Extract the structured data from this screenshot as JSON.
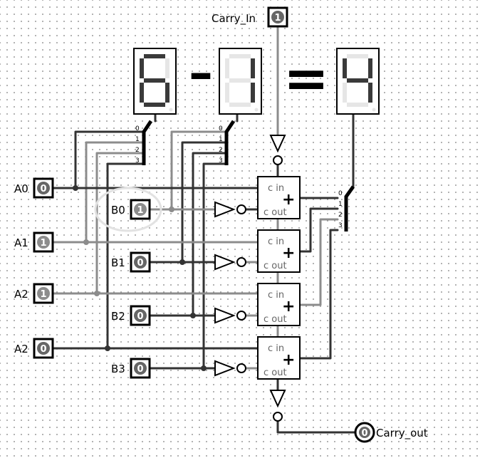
{
  "equation": {
    "minuend": "6",
    "operator": "-",
    "subtrahend": "1",
    "equals": "=",
    "result": "4"
  },
  "carry_in": {
    "label": "Carry_In",
    "value": "1"
  },
  "carry_out": {
    "label": "Carry_out",
    "value": "0"
  },
  "inputs_a": [
    {
      "label": "A0",
      "value": "0"
    },
    {
      "label": "A1",
      "value": "1"
    },
    {
      "label": "A2",
      "value": "1"
    },
    {
      "label": "A2",
      "value": "0"
    }
  ],
  "inputs_b": [
    {
      "label": "B0",
      "value": "1"
    },
    {
      "label": "B1",
      "value": "0"
    },
    {
      "label": "B2",
      "value": "0"
    },
    {
      "label": "B3",
      "value": "0"
    }
  ],
  "adder_labels": {
    "cin": "c in",
    "cout": "c out",
    "plus": "+"
  },
  "splitter_bits": [
    "0",
    "1",
    "2",
    "3"
  ],
  "digit_segments": {
    "6": [
      "a",
      "c",
      "d",
      "e",
      "f",
      "g"
    ],
    "1": [
      "b",
      "c"
    ],
    "4": [
      "b",
      "c",
      "f",
      "g"
    ]
  },
  "colors": {
    "wire_low": "#333333",
    "wire_high": "#8c8c8c",
    "bus": "#000000",
    "segment_on": "#3a3a3a",
    "segment_off": "#e6e6e6",
    "pin_fill": "#666666"
  }
}
